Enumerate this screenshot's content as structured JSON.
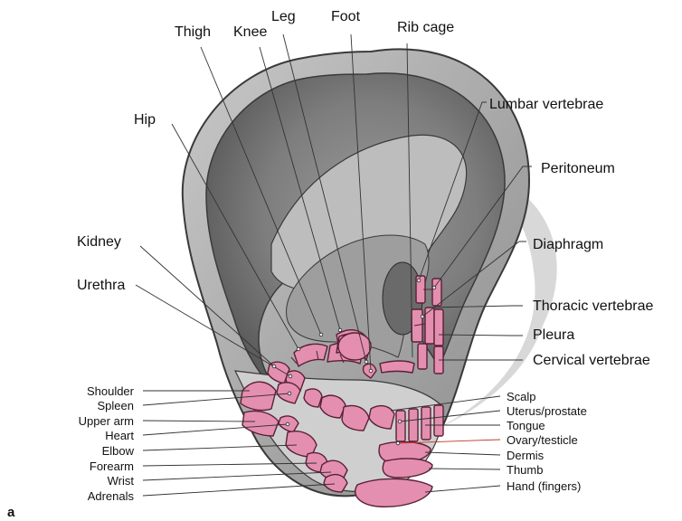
{
  "panel_label": "a",
  "labels_top": {
    "thigh": "Thigh",
    "knee": "Knee",
    "leg": "Leg",
    "foot": "Foot",
    "rib_cage": "Rib cage",
    "hip": "Hip",
    "kidney": "Kidney",
    "urethra": "Urethra"
  },
  "labels_right": {
    "lumbar_vertebrae": "Lumbar vertebrae",
    "peritoneum": "Peritoneum",
    "diaphragm": "Diaphragm",
    "thoracic_vertebrae": "Thoracic vertebrae",
    "pleura": "Pleura",
    "cervical_vertebrae": "Cervical vertebrae"
  },
  "labels_left_lower": {
    "shoulder": "Shoulder",
    "spleen": "Spleen",
    "upper_arm": "Upper arm",
    "heart": "Heart",
    "elbow": "Elbow",
    "forearm": "Forearm",
    "wrist": "Wrist",
    "adrenals": "Adrenals"
  },
  "labels_right_lower": {
    "scalp": "Scalp",
    "uterus_prostate": "Uterus/prostate",
    "tongue": "Tongue",
    "ovary_testicle": "Ovary/testicle",
    "dermis": "Dermis",
    "thumb": "Thumb",
    "hand_fingers": "Hand (fingers)"
  },
  "colors": {
    "zone_fill": "#e48fb0",
    "ovary_leader": "#c0392b"
  }
}
